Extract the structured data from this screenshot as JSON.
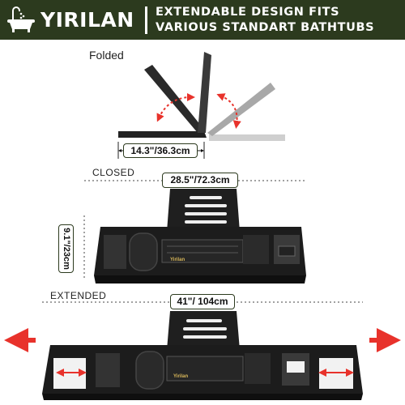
{
  "header": {
    "brand": "YIRILAN",
    "tagline_line1": "EXTENDABLE DESIGN FITS",
    "tagline_line2": "VARIOUS STANDART BATHTUBS",
    "logo_icon": "bathtub-icon"
  },
  "folded": {
    "label": "Folded",
    "width": "14.3\"/36.3cm"
  },
  "closed": {
    "label": "CLOSED",
    "width": "28.5\"/72.3cm",
    "height": "9.1\"/23cm"
  },
  "extended": {
    "label": "EXTENDED",
    "width": "41\"/ 104cm"
  },
  "product": {
    "mark": "Yirilan"
  },
  "colors": {
    "header_bg": "#2c3a1e",
    "tray": "#1c1c1c",
    "arrow_red": "#e8322b",
    "mark_gold": "#d9b85a"
  }
}
